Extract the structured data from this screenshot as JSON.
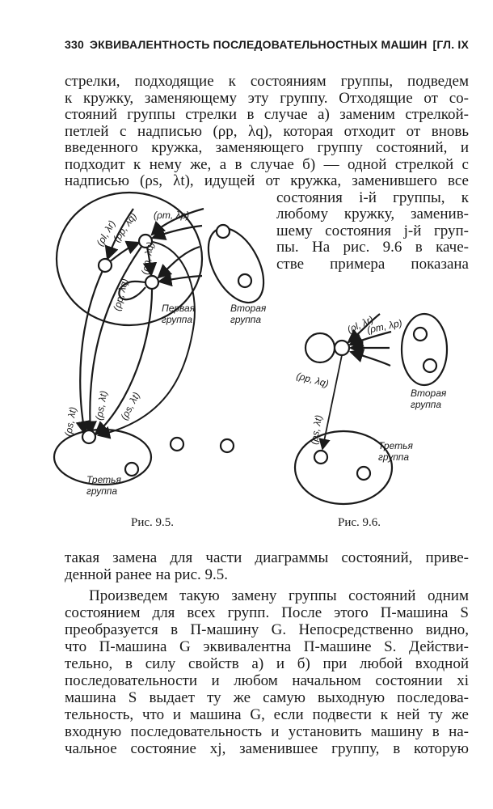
{
  "header": {
    "page_number": "330",
    "running_title": "ЭКВИВАЛЕНТНОСТЬ ПОСЛЕДОВАТЕЛЬНОСТНЫХ МАШИН",
    "chapter": "[ГЛ. IX"
  },
  "top_text": [
    "стрелки, подходящие к состояниям группы, подведем",
    "к кружку, заменяющему эту группу. Отходящие от со-",
    "стояний группы стрелки в случае а) заменим стрелкой-",
    "петлей с надписью (ρp, λq), которая отходит от вновь",
    "введенного кружка, заменяющего группу состояний, и",
    "подходит к нему же, а в случае б) — одной стрелкой с",
    "надписью (ρs, λt), идущей от кружка, заменившего все"
  ],
  "side_text": [
    "состояния i-й группы, к",
    "любому кружку, заменив-",
    "шему состояния j-й груп-",
    "пы. На рис. 9.6 в каче-",
    "стве примера показана"
  ],
  "figure_9_5": {
    "caption": "Рис. 9.5.",
    "group1": [
      "Первая",
      "группа"
    ],
    "group2": [
      "Вторая",
      "группа"
    ],
    "group3": [
      "Третья",
      "группа"
    ],
    "labels": {
      "l_r": "(ρl, λr)",
      "m_p": "(ρm, λp)",
      "p_q1": "(ρp, λq)",
      "p_q2": "(ρp, λq)",
      "p_q3": "(ρp, λq)",
      "s_t1": "(ρs, λt)",
      "s_t2": "(ρs, λt)",
      "s_t3": "(ρs, λt)"
    }
  },
  "figure_9_6": {
    "caption": "Рис. 9.6.",
    "group2": [
      "Вторая",
      "группа"
    ],
    "group3": [
      "Третья",
      "группа"
    ],
    "labels": {
      "l_r": "(ρl, λr)",
      "m_p": "(ρm, λp)",
      "p_q": "(ρp, λq)",
      "s_t": "(ρs, λt)"
    }
  },
  "bottom_text": [
    "такая замена для части диаграммы состояний, приве-",
    "денной ранее на рис. 9.5.",
    "Произведем такую замену группы состояний одним",
    "состоянием для всех групп. После этого П-машина S",
    "преобразуется в П-машину G. Непосредственно видно,",
    "что П-машина G эквивалентна П-машине S. Действи-",
    "тельно, в силу свойств а) и б) при любой входной",
    "последовательности и любом начальном состоянии xi",
    "машина S выдает ту же самую выходную последова-",
    "тельность, что и машина G, если подвести к ней ту же",
    "входную последовательность и установить машину в на-",
    "чальное состояние xj, заменившее группу, в которую"
  ]
}
